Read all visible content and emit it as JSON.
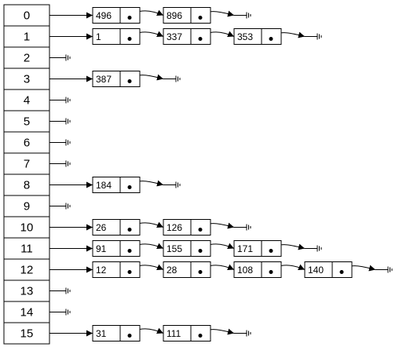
{
  "buckets": [
    {
      "index": "0",
      "values": [
        "496",
        "896"
      ]
    },
    {
      "index": "1",
      "values": [
        "1",
        "337",
        "353"
      ]
    },
    {
      "index": "2",
      "values": []
    },
    {
      "index": "3",
      "values": [
        "387"
      ]
    },
    {
      "index": "4",
      "values": []
    },
    {
      "index": "5",
      "values": []
    },
    {
      "index": "6",
      "values": []
    },
    {
      "index": "7",
      "values": []
    },
    {
      "index": "8",
      "values": [
        "184"
      ]
    },
    {
      "index": "9",
      "values": []
    },
    {
      "index": "10",
      "values": [
        "26",
        "126"
      ]
    },
    {
      "index": "11",
      "values": [
        "91",
        "155",
        "171"
      ]
    },
    {
      "index": "12",
      "values": [
        "12",
        "28",
        "108",
        "140"
      ]
    },
    {
      "index": "13",
      "values": []
    },
    {
      "index": "14",
      "values": []
    },
    {
      "index": "15",
      "values": [
        "31",
        "111"
      ]
    }
  ]
}
